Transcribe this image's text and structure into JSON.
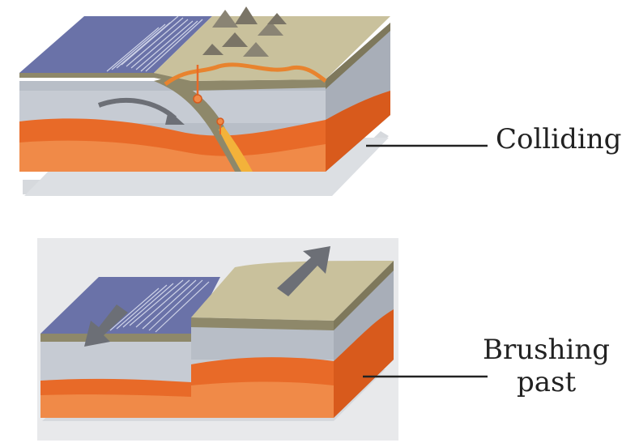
{
  "labels": {
    "colliding": "Colliding",
    "brushing": "Brushing",
    "brushing_line2": "past"
  },
  "colors": {
    "ocean": "#6a72a8",
    "ocean_dark": "#4f5890",
    "continent": "#c9c19c",
    "continent_dark": "#a79e78",
    "crust_brown": "#8e886a",
    "mantle_grey": "#b4bac4",
    "mantle_grey_light": "#c9ced6",
    "magma": "#e86a28",
    "magma_light": "#f08a48",
    "magma_deep": "#d85a1c",
    "shadow": "#d6d9dd",
    "panel_bg": "#e8e9eb",
    "arrow": "#6c6f76",
    "leader": "#222222"
  },
  "icons": {
    "motion_arrow": "arrow-icon",
    "volcano": "volcano-icon"
  }
}
